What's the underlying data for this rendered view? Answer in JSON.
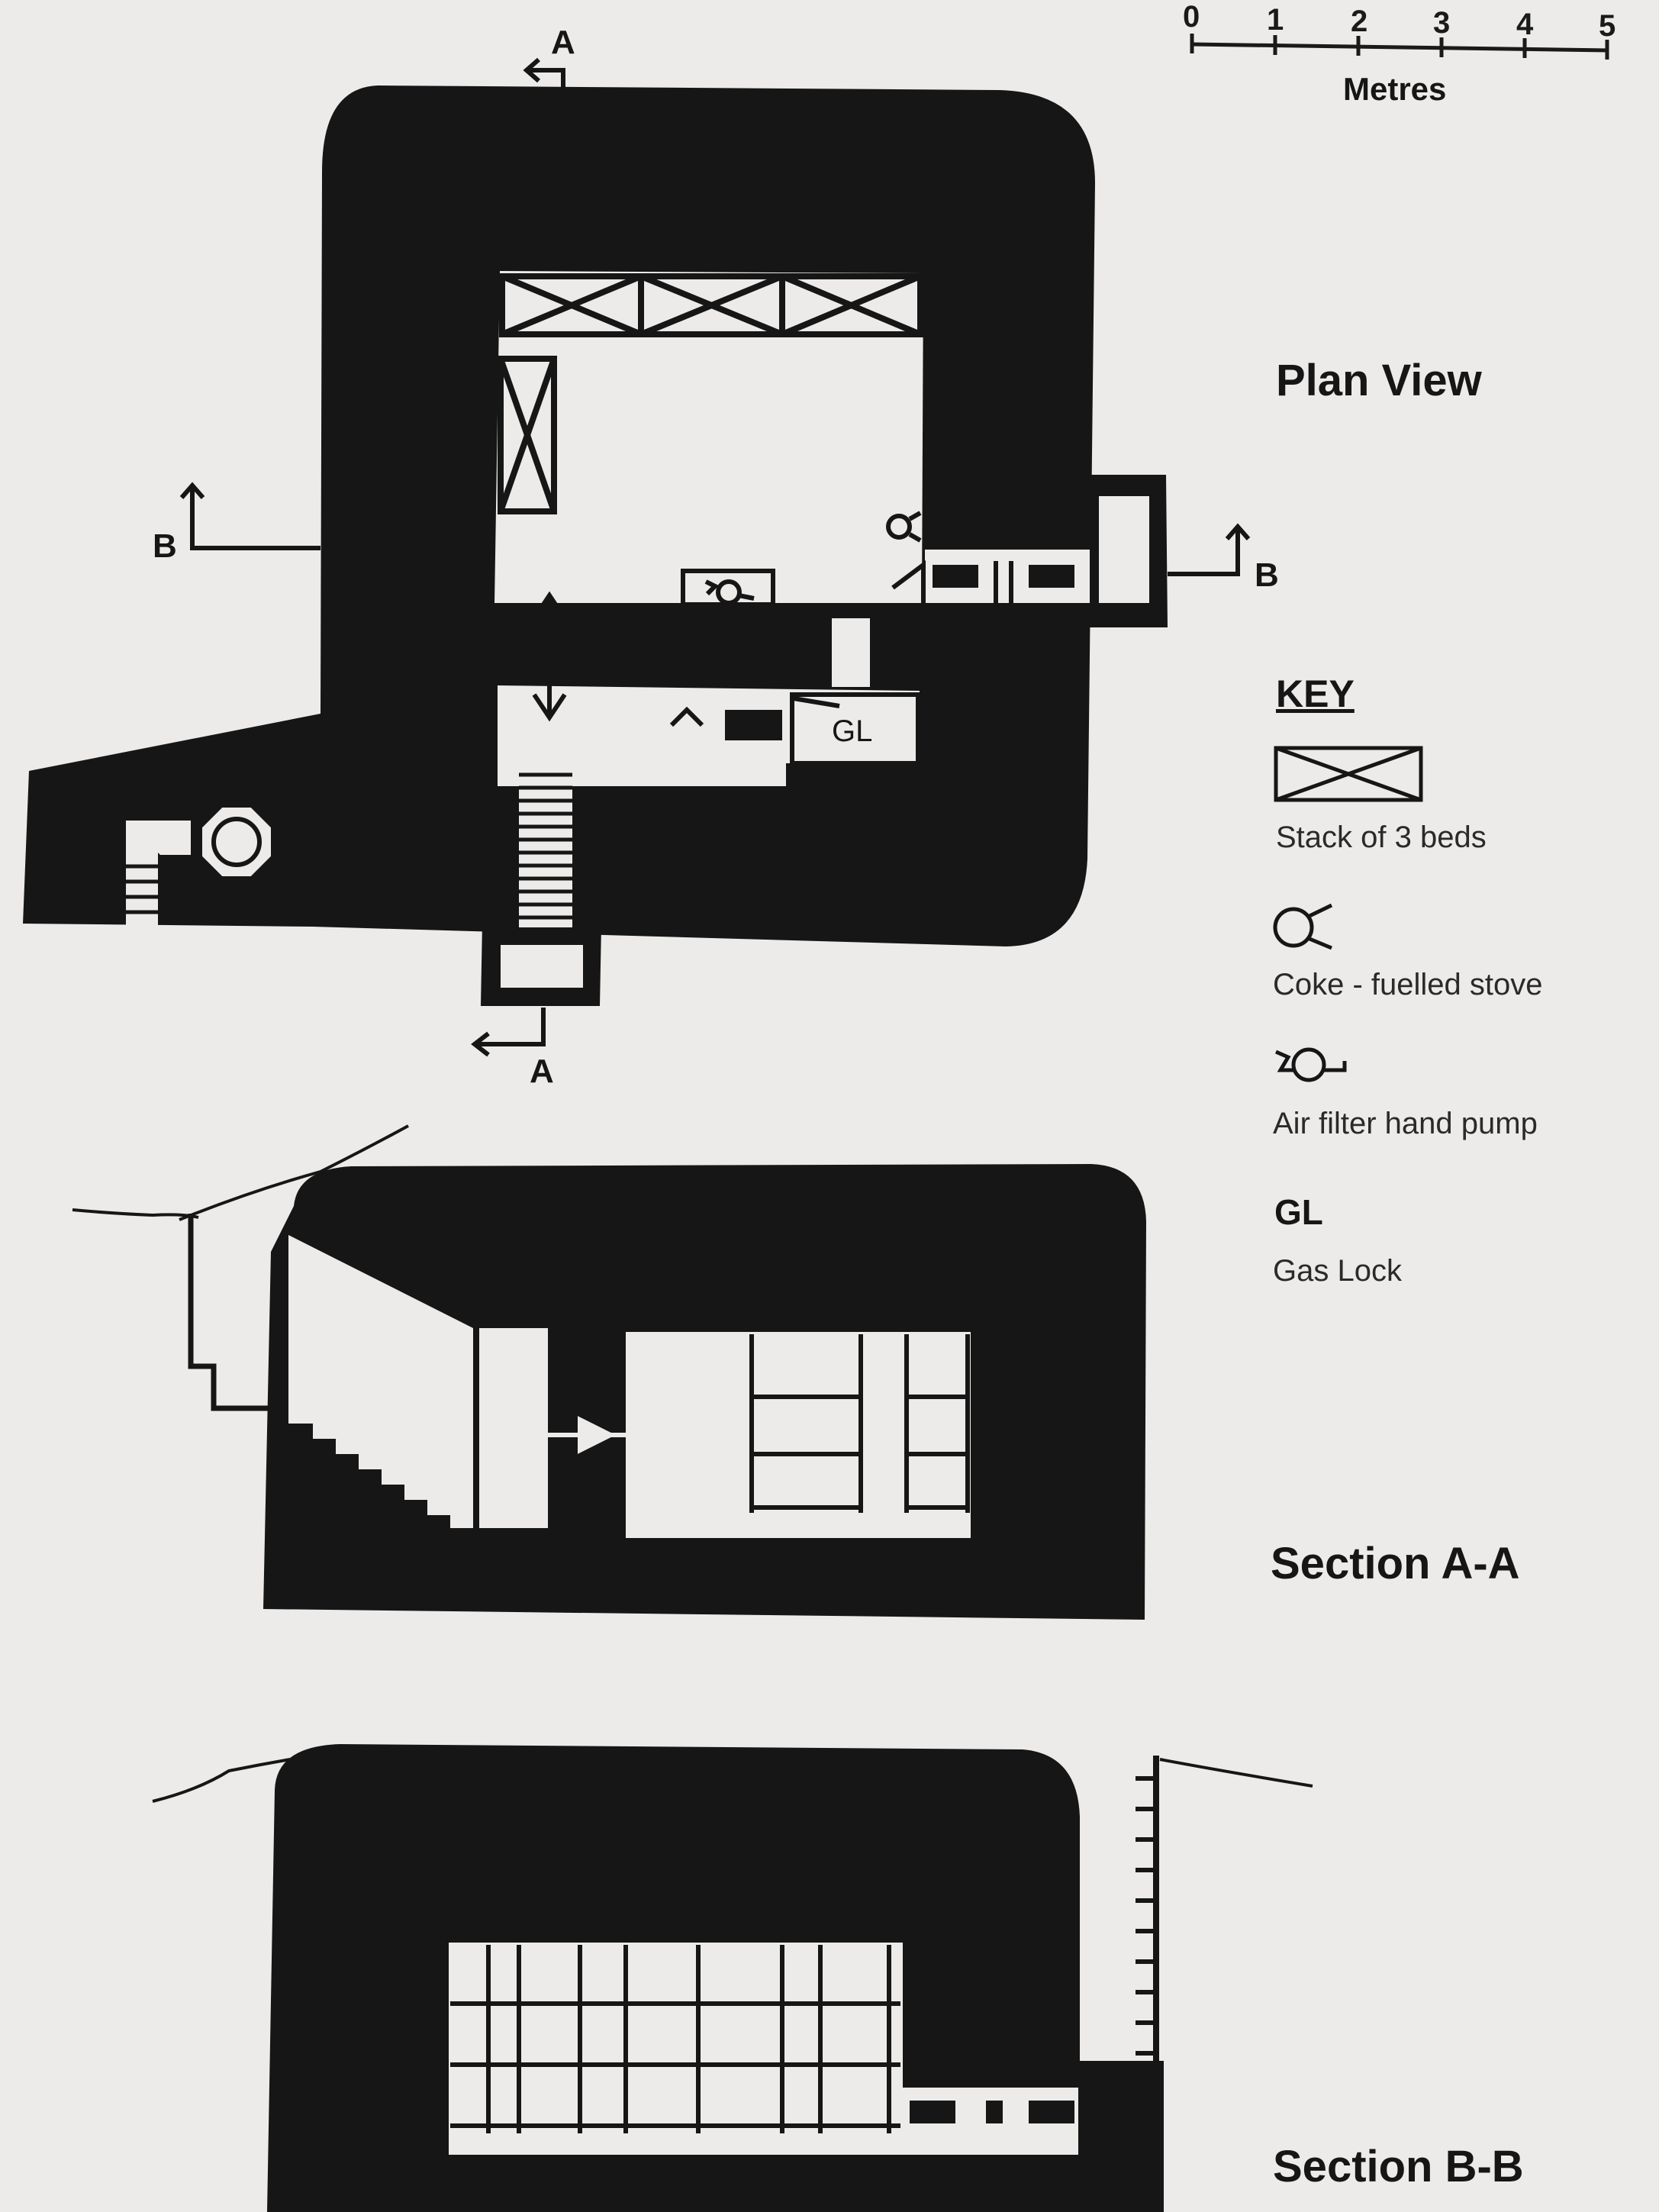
{
  "scale": {
    "ticks": [
      "0",
      "1",
      "2",
      "3",
      "4",
      "5"
    ],
    "unit_label": "Metres"
  },
  "plan": {
    "title": "Plan View",
    "section_marker_a": "A",
    "section_marker_b": "B",
    "gas_lock_label": "GL"
  },
  "key": {
    "heading": "KEY",
    "items": [
      {
        "icon": "bed-stack-icon",
        "label": "Stack of 3 beds"
      },
      {
        "icon": "stove-icon",
        "label": "Coke - fuelled stove"
      },
      {
        "icon": "hand-pump-icon",
        "label": "Air filter hand pump"
      },
      {
        "icon": "gas-lock-symbol",
        "symbol": "GL",
        "label": "Gas Lock"
      }
    ]
  },
  "section_aa": {
    "title": "Section A-A"
  },
  "section_bb": {
    "title": "Section B-B"
  },
  "colors": {
    "ink": "#161616",
    "paper": "#ecebe9"
  }
}
